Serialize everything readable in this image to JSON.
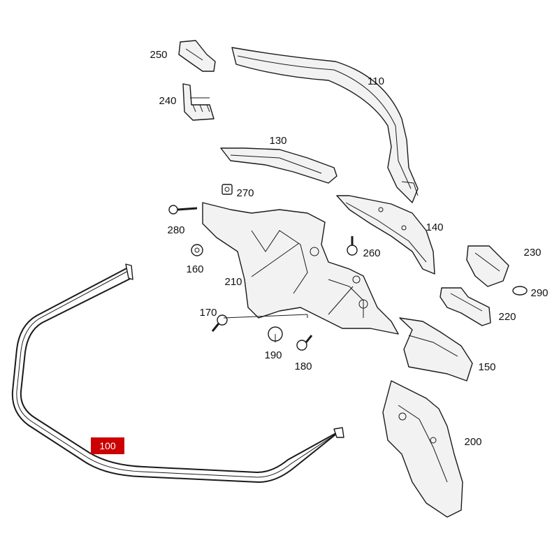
{
  "diagram": {
    "highlight_color": "#cc0000",
    "line_color": "#1a1a1a",
    "callouts": [
      {
        "id": "c100",
        "label": "100",
        "highlighted": true
      },
      {
        "id": "c110",
        "label": "110"
      },
      {
        "id": "c130",
        "label": "130"
      },
      {
        "id": "c140",
        "label": "140"
      },
      {
        "id": "c150",
        "label": "150"
      },
      {
        "id": "c160",
        "label": "160"
      },
      {
        "id": "c170",
        "label": "170"
      },
      {
        "id": "c180",
        "label": "180"
      },
      {
        "id": "c190",
        "label": "190"
      },
      {
        "id": "c200",
        "label": "200"
      },
      {
        "id": "c210",
        "label": "210"
      },
      {
        "id": "c220",
        "label": "220"
      },
      {
        "id": "c230",
        "label": "230"
      },
      {
        "id": "c240",
        "label": "240"
      },
      {
        "id": "c250",
        "label": "250"
      },
      {
        "id": "c260",
        "label": "260"
      },
      {
        "id": "c270",
        "label": "270"
      },
      {
        "id": "c280",
        "label": "280"
      },
      {
        "id": "c290",
        "label": "290"
      }
    ]
  }
}
